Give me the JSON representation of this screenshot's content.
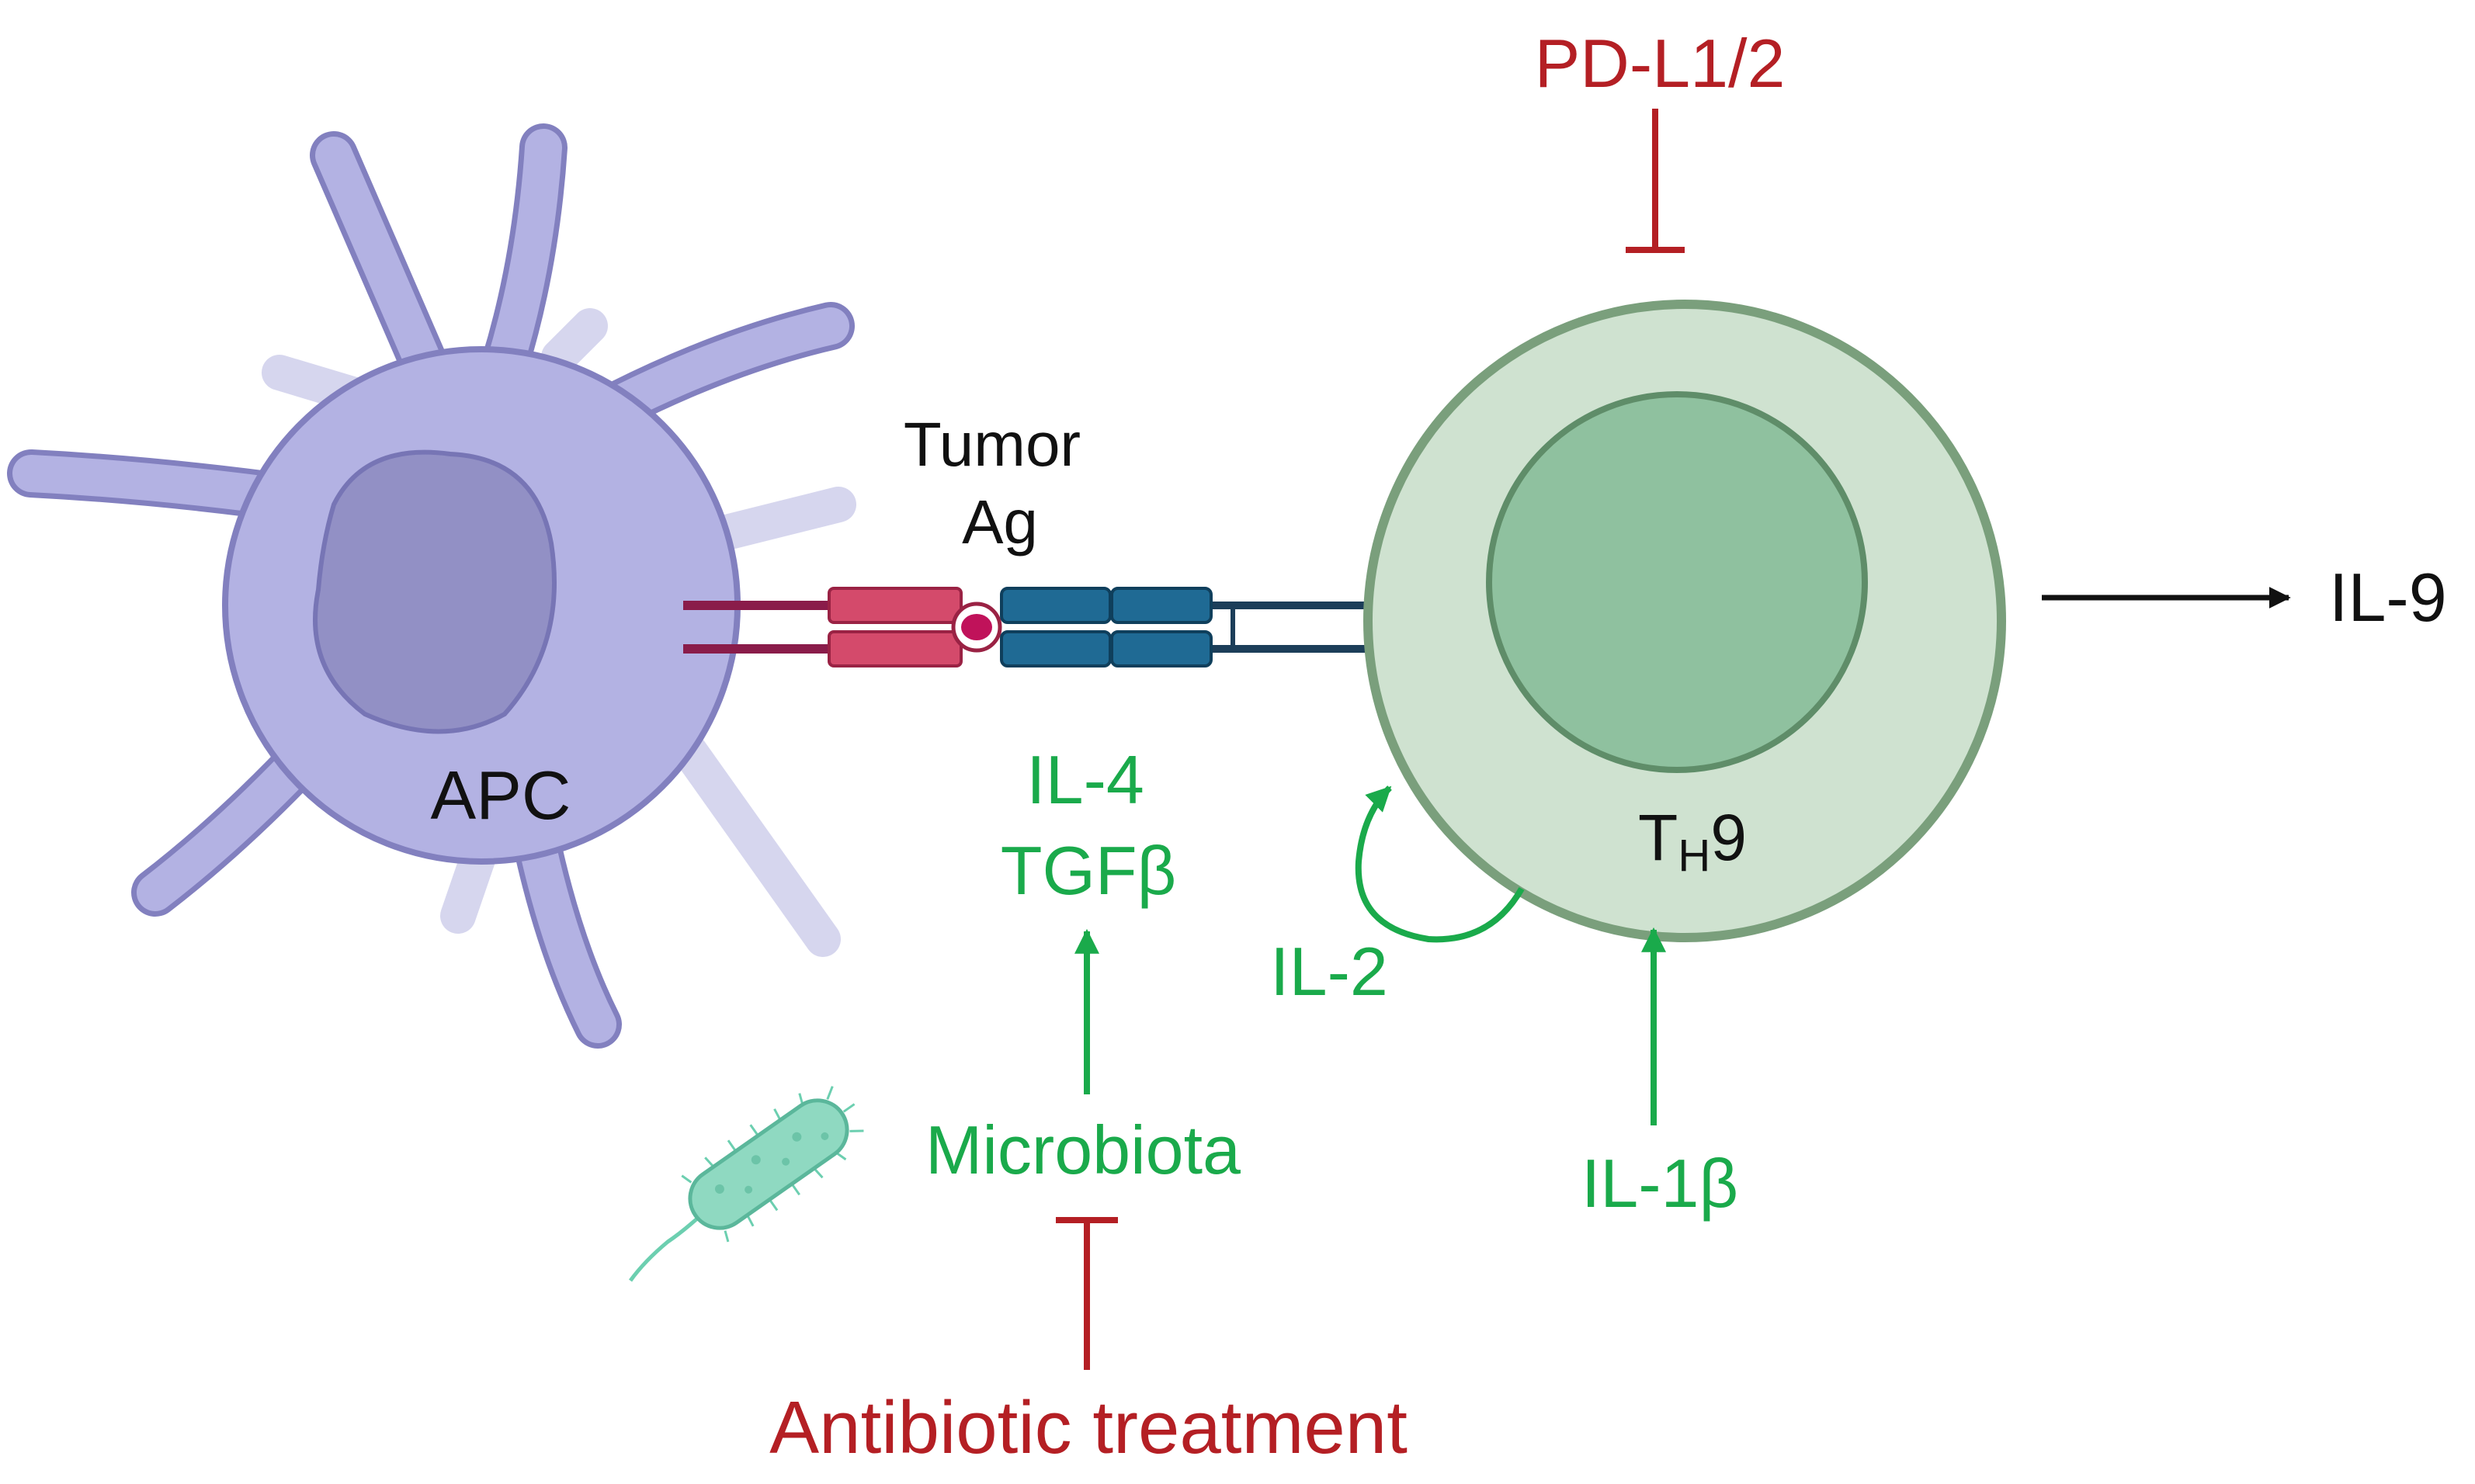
{
  "labels": {
    "pdl": "PD-L1/2",
    "tumor_ag_line1": "Tumor",
    "tumor_ag_line2": "Ag",
    "apc": "APC",
    "th9_main": "T",
    "th9_sub": "H",
    "th9_num": "9",
    "il9": "IL-9",
    "il4": "IL-4",
    "tgfb": "TGFβ",
    "il2": "IL-2",
    "il1b": "IL-1β",
    "microbiota": "Microbiota",
    "antibiotic": "Antibiotic treatment"
  },
  "colors": {
    "activation_green": "#1aaa4b",
    "inhibition_red": "#b41f24",
    "text_black": "#111111",
    "apc_body": "#b3b2e3",
    "apc_outline": "#8280bf",
    "apc_nucleus": "#9290c5",
    "th9_outer": "#cfe2d0",
    "th9_outline": "#7a9f7c",
    "th9_nucleus": "#8fc19f",
    "mhc_pink": "#d44a6b",
    "tcr_blue": "#1f6a94",
    "bacterium": "#6ccfb0"
  },
  "icons": [
    "apc-cell-icon",
    "th9-cell-icon",
    "bacterium-icon",
    "mhc-tcr-complex-icon"
  ]
}
